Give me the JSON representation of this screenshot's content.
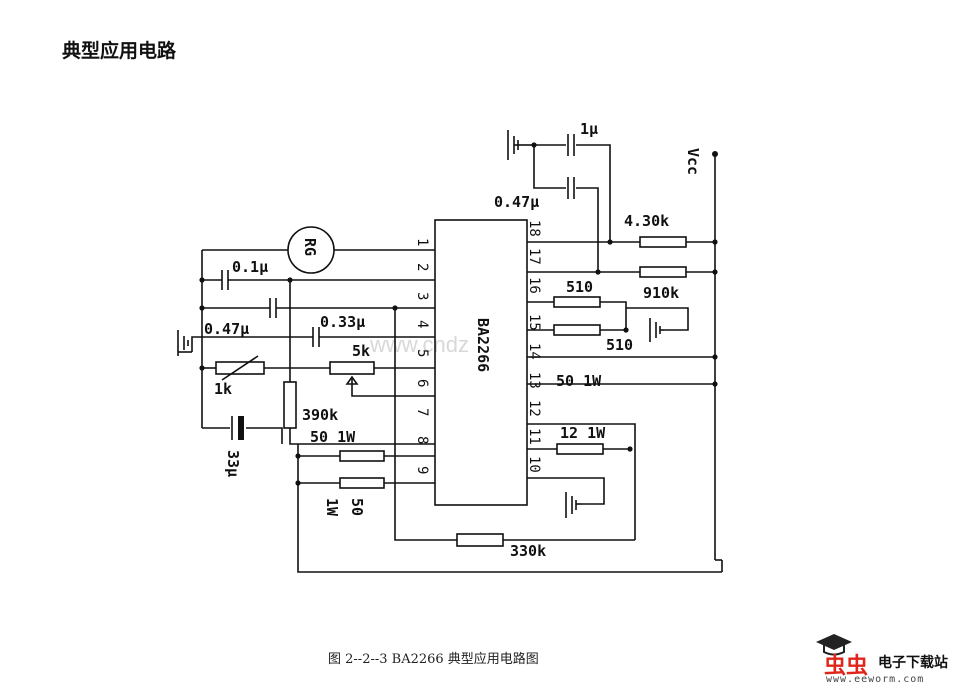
{
  "page_title": "典型应用电路",
  "caption": "图 2--2--3   BA2266 典型应用电路图",
  "ic": {
    "name": "BA2266",
    "left_pins": [
      "1",
      "2",
      "3",
      "4",
      "5",
      "6",
      "7",
      "8",
      "9"
    ],
    "right_pins": [
      "18",
      "17",
      "16",
      "15",
      "14",
      "13",
      "12",
      "11",
      "10"
    ]
  },
  "labels": {
    "rg": "RG",
    "vcc": "Vcc",
    "c_01u": "0.1μ",
    "c_047u_left": "0.47μ",
    "c_033u": "0.33μ",
    "c_1u": "1μ",
    "c_047u_top": "0.47μ",
    "r_1k": "1k",
    "r_5k": "5k",
    "r_390k": "390k",
    "r_50_1w_a": "50    1W",
    "r_50": "50",
    "r_1w": "1W",
    "c_33u": "33μ",
    "r_4_30k": "4.30k",
    "r_510_a": "510",
    "r_910k": "910k",
    "r_510_b": "510",
    "r_50_1w_b": "50    1W",
    "r_12_1w": "12  1W",
    "r_330k": "330k"
  },
  "logo": {
    "main": "虫虫",
    "sub": "电子下载站",
    "url": "www.eeworm.com"
  },
  "watermark": "www.cndz"
}
